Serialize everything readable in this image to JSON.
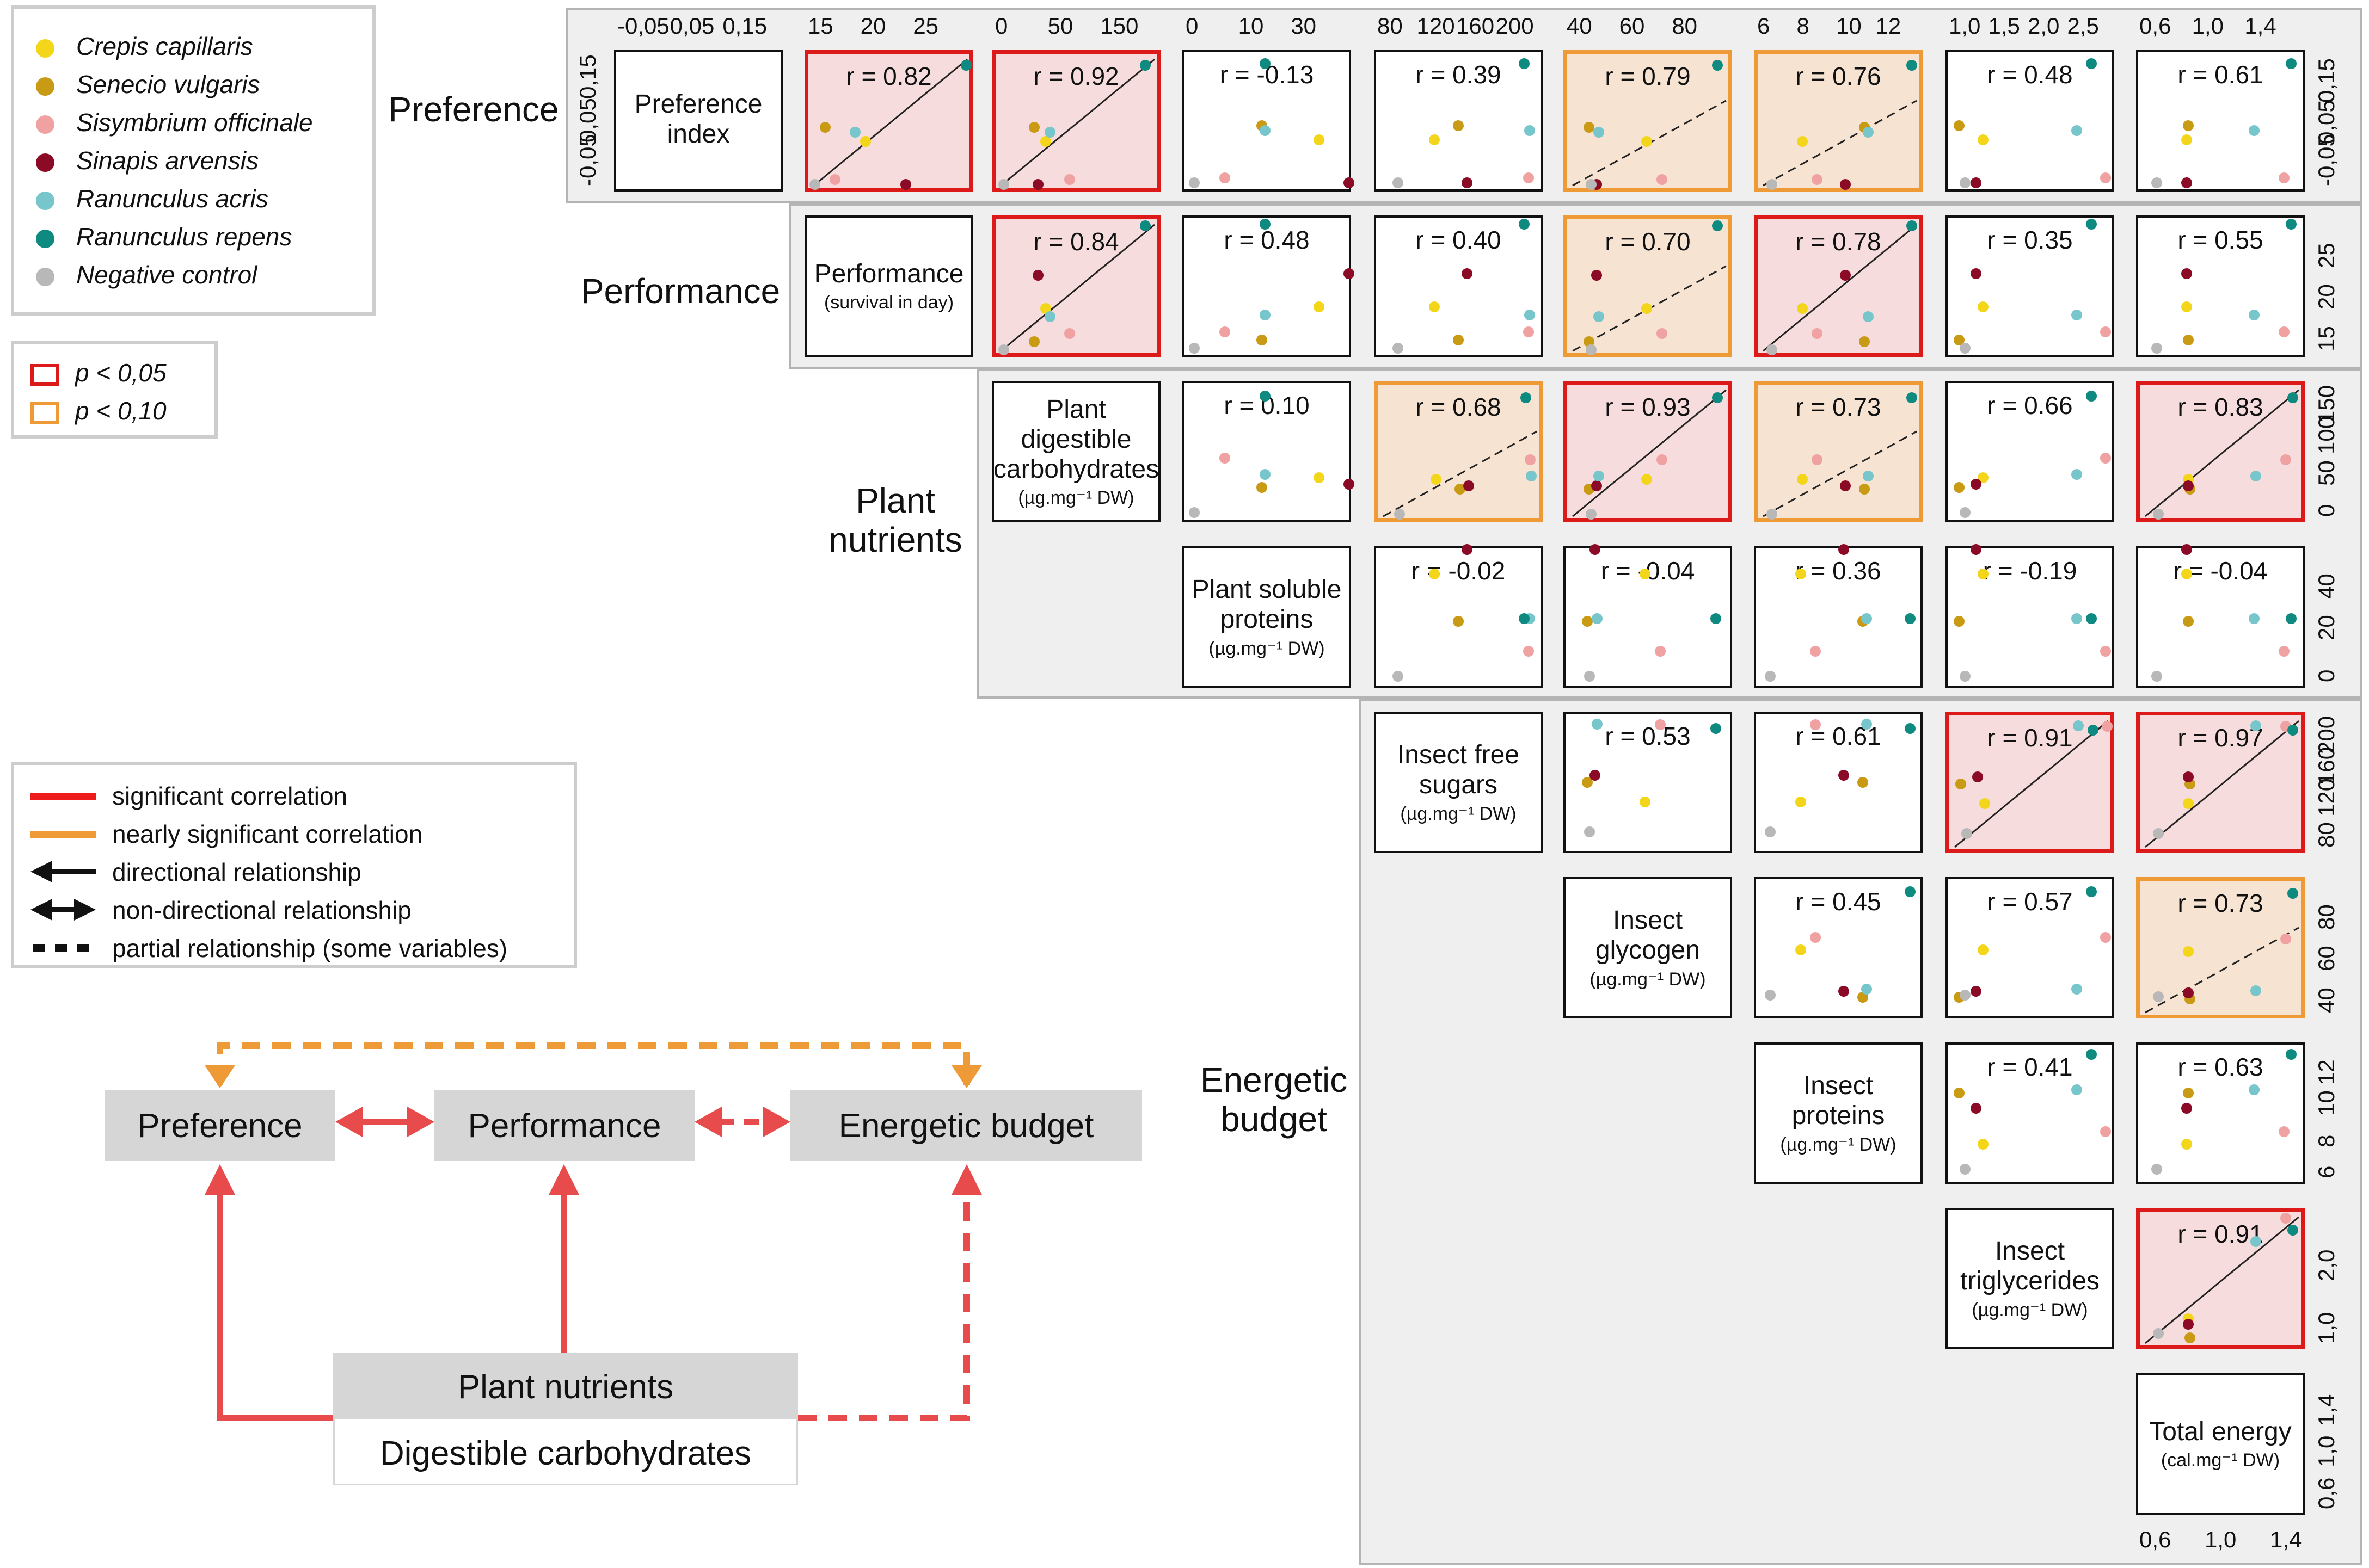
{
  "legend": {
    "species": [
      {
        "name": "Crepis capillaris",
        "color": "#f3d61a"
      },
      {
        "name": "Senecio vulgaris",
        "color": "#c99a14"
      },
      {
        "name": "Sisymbrium officinale",
        "color": "#f0a2a2"
      },
      {
        "name": "Sinapis arvensis",
        "color": "#8b0a26"
      },
      {
        "name": "Ranunculus acris",
        "color": "#76c6cc"
      },
      {
        "name": "Ranunculus repens",
        "color": "#0f8a80"
      },
      {
        "name": "Negative control",
        "color": "#b8b8b8"
      }
    ],
    "p_sig": "p < 0,05",
    "p_near": "p < 0,10",
    "p_sig_color": "#dd1a1a",
    "p_near_color": "#ee9a36"
  },
  "line_legend": {
    "items": [
      "significant correlation",
      "nearly significant correlation",
      "directional relationship",
      "non-directional relationship",
      "partial relationship (some variables)"
    ]
  },
  "groups": {
    "preference": "Preference",
    "performance": "Performance",
    "plant_nutrients": "Plant nutrients",
    "energetic_budget": "Energetic budget"
  },
  "diagram": {
    "preference": "Preference",
    "performance": "Performance",
    "energetic_budget": "Energetic budget",
    "plant_nutrients": "Plant nutrients",
    "digestible_carbohydrates": "Digestible carbohydrates"
  },
  "variables": [
    {
      "title": "Preference index",
      "unit": ""
    },
    {
      "title": "Performance",
      "unit": "(survival in day)"
    },
    {
      "title": "Plant digestible carbohydrates",
      "unit": "(µg.mg⁻¹ DW)"
    },
    {
      "title": "Plant soluble proteins",
      "unit": "(µg.mg⁻¹ DW)"
    },
    {
      "title": "Insect free sugars",
      "unit": "(µg.mg⁻¹ DW)"
    },
    {
      "title": "Insect glycogen",
      "unit": "(µg.mg⁻¹ DW)"
    },
    {
      "title": "Insect proteins",
      "unit": "(µg.mg⁻¹ DW)"
    },
    {
      "title": "Insect triglycerides",
      "unit": "(µg.mg⁻¹ DW)"
    },
    {
      "title": "Total energy",
      "unit": "(cal.mg⁻¹ DW)"
    }
  ],
  "ticks": {
    "top": [
      [
        "-0,05",
        "0,05",
        "0,15"
      ],
      [
        "15",
        "20",
        "25"
      ],
      [
        "0",
        "50",
        "150"
      ],
      [
        "0",
        "10",
        "30"
      ],
      [
        "80",
        "120",
        "160",
        "200"
      ],
      [
        "40",
        "60",
        "80"
      ],
      [
        "6",
        "8",
        "10",
        "12"
      ],
      [
        "1,0",
        "1,5",
        "2,0",
        "2,5"
      ],
      [
        "0,6",
        "1,0",
        "1,4"
      ]
    ],
    "left": [
      "-0,05",
      "0,05",
      "0,15"
    ],
    "right": [
      [
        "-0,05",
        "0,05",
        "0,15"
      ],
      [
        "15",
        "20",
        "25"
      ],
      [
        "0",
        "50",
        "100",
        "150"
      ],
      [
        "0",
        "20",
        "40"
      ],
      [
        "80",
        "120",
        "160",
        "200"
      ],
      [
        "40",
        "60",
        "80"
      ],
      [
        "6",
        "8",
        "10",
        "12"
      ],
      [
        "1,0",
        "2,0"
      ],
      [
        "0,6",
        "1,0",
        "1,4"
      ]
    ],
    "bottom": [
      "0,6",
      "1,0",
      "1,4"
    ]
  },
  "chart_data": {
    "type": "scatter",
    "title": "",
    "series": [
      {
        "name": "Crepis capillaris",
        "color": "#f3d61a"
      },
      {
        "name": "Senecio vulgaris",
        "color": "#c99a14"
      },
      {
        "name": "Sisymbrium officinale",
        "color": "#f0a2a2"
      },
      {
        "name": "Sinapis arvensis",
        "color": "#8b0a26"
      },
      {
        "name": "Ranunculus acris",
        "color": "#76c6cc"
      },
      {
        "name": "Ranunculus repens",
        "color": "#0f8a80"
      },
      {
        "name": "Negative control",
        "color": "#b8b8b8"
      }
    ],
    "variables": [
      "Preference index",
      "Performance",
      "Plant digestible carbohydrates",
      "Plant soluble proteins",
      "Insect free sugars",
      "Insect glycogen",
      "Insect proteins",
      "Insect triglycerides",
      "Total energy"
    ],
    "ranges": [
      [
        -0.08,
        0.18
      ],
      [
        12,
        27
      ],
      [
        0,
        190
      ],
      [
        0,
        45
      ],
      [
        70,
        210
      ],
      [
        35,
        95
      ],
      [
        5.5,
        13.5
      ],
      [
        0.7,
        2.8
      ],
      [
        0.55,
        1.45
      ]
    ],
    "values": [
      [
        0.01,
        0.04,
        -0.07,
        -0.08,
        0.03,
        0.17,
        -0.08
      ],
      [
        17,
        13,
        14,
        21,
        16,
        27,
        12
      ],
      [
        55,
        40,
        85,
        45,
        60,
        180,
        2
      ],
      [
        38,
        21,
        10,
        47,
        22,
        22,
        1
      ],
      [
        118,
        140,
        205,
        148,
        206,
        201,
        84
      ],
      [
        64,
        41,
        70,
        44,
        45,
        92,
        42
      ],
      [
        7.5,
        10.8,
        8.3,
        9.8,
        11.0,
        13.3,
        5.9
      ],
      [
        1.1,
        0.77,
        2.8,
        1.0,
        2.4,
        2.6,
        0.85
      ],
      [
        0.8,
        0.81,
        1.38,
        0.8,
        1.2,
        1.42,
        0.62
      ]
    ],
    "correlations": [
      {
        "row": 0,
        "col": 1,
        "r": "r = 0.82",
        "sig": "sig"
      },
      {
        "row": 0,
        "col": 2,
        "r": "r = 0.92",
        "sig": "sig"
      },
      {
        "row": 0,
        "col": 3,
        "r": "r = -0.13",
        "sig": "none"
      },
      {
        "row": 0,
        "col": 4,
        "r": "r = 0.39",
        "sig": "none"
      },
      {
        "row": 0,
        "col": 5,
        "r": "r = 0.79",
        "sig": "near"
      },
      {
        "row": 0,
        "col": 6,
        "r": "r = 0.76",
        "sig": "near"
      },
      {
        "row": 0,
        "col": 7,
        "r": "r = 0.48",
        "sig": "none"
      },
      {
        "row": 0,
        "col": 8,
        "r": "r = 0.61",
        "sig": "none"
      },
      {
        "row": 1,
        "col": 2,
        "r": "r = 0.84",
        "sig": "sig"
      },
      {
        "row": 1,
        "col": 3,
        "r": "r = 0.48",
        "sig": "none"
      },
      {
        "row": 1,
        "col": 4,
        "r": "r = 0.40",
        "sig": "none"
      },
      {
        "row": 1,
        "col": 5,
        "r": "r = 0.70",
        "sig": "near"
      },
      {
        "row": 1,
        "col": 6,
        "r": "r = 0.78",
        "sig": "sig"
      },
      {
        "row": 1,
        "col": 7,
        "r": "r = 0.35",
        "sig": "none"
      },
      {
        "row": 1,
        "col": 8,
        "r": "r = 0.55",
        "sig": "none"
      },
      {
        "row": 2,
        "col": 3,
        "r": "r = 0.10",
        "sig": "none"
      },
      {
        "row": 2,
        "col": 4,
        "r": "r = 0.68",
        "sig": "near"
      },
      {
        "row": 2,
        "col": 5,
        "r": "r = 0.93",
        "sig": "sig"
      },
      {
        "row": 2,
        "col": 6,
        "r": "r = 0.73",
        "sig": "near"
      },
      {
        "row": 2,
        "col": 7,
        "r": "r = 0.66",
        "sig": "none"
      },
      {
        "row": 2,
        "col": 8,
        "r": "r = 0.83",
        "sig": "sig"
      },
      {
        "row": 3,
        "col": 4,
        "r": "r = -0.02",
        "sig": "none"
      },
      {
        "row": 3,
        "col": 5,
        "r": "r = -0.04",
        "sig": "none"
      },
      {
        "row": 3,
        "col": 6,
        "r": "r = 0.36",
        "sig": "none"
      },
      {
        "row": 3,
        "col": 7,
        "r": "r = -0.19",
        "sig": "none"
      },
      {
        "row": 3,
        "col": 8,
        "r": "r = -0.04",
        "sig": "none"
      },
      {
        "row": 4,
        "col": 5,
        "r": "r = 0.53",
        "sig": "none"
      },
      {
        "row": 4,
        "col": 6,
        "r": "r = 0.61",
        "sig": "none"
      },
      {
        "row": 4,
        "col": 7,
        "r": "r = 0.91",
        "sig": "sig"
      },
      {
        "row": 4,
        "col": 8,
        "r": "r = 0.97",
        "sig": "sig"
      },
      {
        "row": 5,
        "col": 6,
        "r": "r = 0.45",
        "sig": "none"
      },
      {
        "row": 5,
        "col": 7,
        "r": "r = 0.57",
        "sig": "none"
      },
      {
        "row": 5,
        "col": 8,
        "r": "r = 0.73",
        "sig": "near"
      },
      {
        "row": 6,
        "col": 7,
        "r": "r = 0.41",
        "sig": "none"
      },
      {
        "row": 6,
        "col": 8,
        "r": "r = 0.63",
        "sig": "none"
      },
      {
        "row": 7,
        "col": 8,
        "r": "r = 0.91",
        "sig": "sig"
      }
    ]
  }
}
